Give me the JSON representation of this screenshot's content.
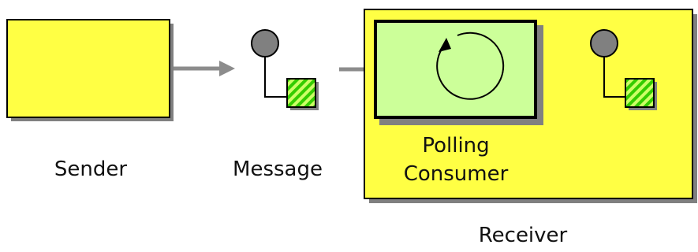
{
  "labels": {
    "sender": "Sender",
    "message": "Message",
    "consumer_line1": "Polling",
    "consumer_line2": "Consumer",
    "receiver": "Receiver"
  },
  "colors": {
    "box_yellow": "#ffff44",
    "consumer_green": "#ccff99",
    "arrow_gray": "#8c8c8c",
    "shadow_gray": "#808080",
    "circle_gray": "#808080",
    "hatch_green": "#33cc00",
    "hatch_light": "#ccff66"
  },
  "icons": {
    "message": "message-icon",
    "loop": "circular-arrow-icon"
  }
}
